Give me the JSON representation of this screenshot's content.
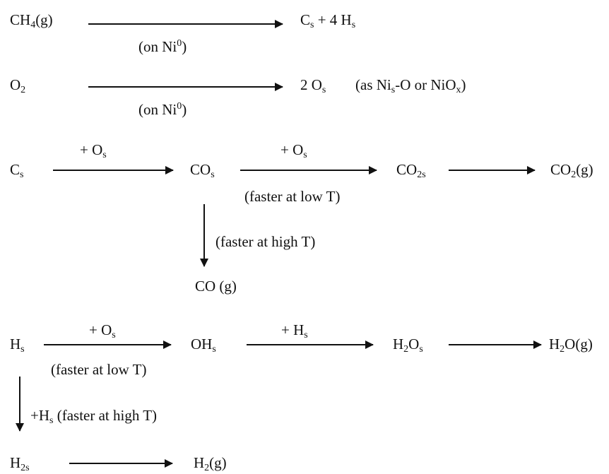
{
  "reactions": {
    "ch4": {
      "text": "CH",
      "sub": "4",
      "tail": "(g)"
    },
    "cs_4hs": {
      "p1": "C",
      "sub1": "s",
      "p2": " + 4 H",
      "sub2": "s"
    },
    "on_ni_1": {
      "text": "(on Ni",
      "sup": "0",
      "close": ")"
    },
    "o2": {
      "text": "O",
      "sub": "2"
    },
    "two_os": {
      "text": "2 O",
      "sub": "s"
    },
    "as_nio": {
      "p1": "(as Ni",
      "sub1": "s",
      "p2": "-O or NiO",
      "sub2": "x",
      "p3": ")"
    },
    "on_ni_2": {
      "text": "(on Ni",
      "sup": "0",
      "close": ")"
    }
  },
  "carbon_path": {
    "cs": {
      "text": "C",
      "sub": "s"
    },
    "plus_os_1": {
      "text": "+ O",
      "sub": "s"
    },
    "cos": {
      "text": "CO",
      "sub": "s"
    },
    "plus_os_2": {
      "text": "+ O",
      "sub": "s"
    },
    "faster_low": "(faster at low T)",
    "co2s": {
      "text": "CO",
      "sub": "2s"
    },
    "co2g": {
      "text": "CO",
      "sub": "2",
      "tail": "(g)"
    },
    "faster_high": "(faster at high T)",
    "cog": "CO (g)"
  },
  "hydrogen_path": {
    "hs": {
      "text": "H",
      "sub": "s"
    },
    "plus_os": {
      "text": "+ O",
      "sub": "s"
    },
    "faster_low": "(faster at low T)",
    "ohs": {
      "text": "OH",
      "sub": "s"
    },
    "plus_hs": {
      "text": "+ H",
      "sub": "s"
    },
    "h2os": {
      "p1": "H",
      "sub1": "2",
      "p2": "O",
      "sub2": "s"
    },
    "h2og": {
      "text": "H",
      "sub": "2",
      "tail": "O(g)"
    },
    "plus_hs_high": {
      "text": "+H",
      "sub": "s",
      "tail": " (faster at high T)"
    },
    "h2s": {
      "text": "H",
      "sub": "2s"
    },
    "h2g": {
      "text": "H",
      "sub": "2",
      "tail": "(g)"
    }
  }
}
